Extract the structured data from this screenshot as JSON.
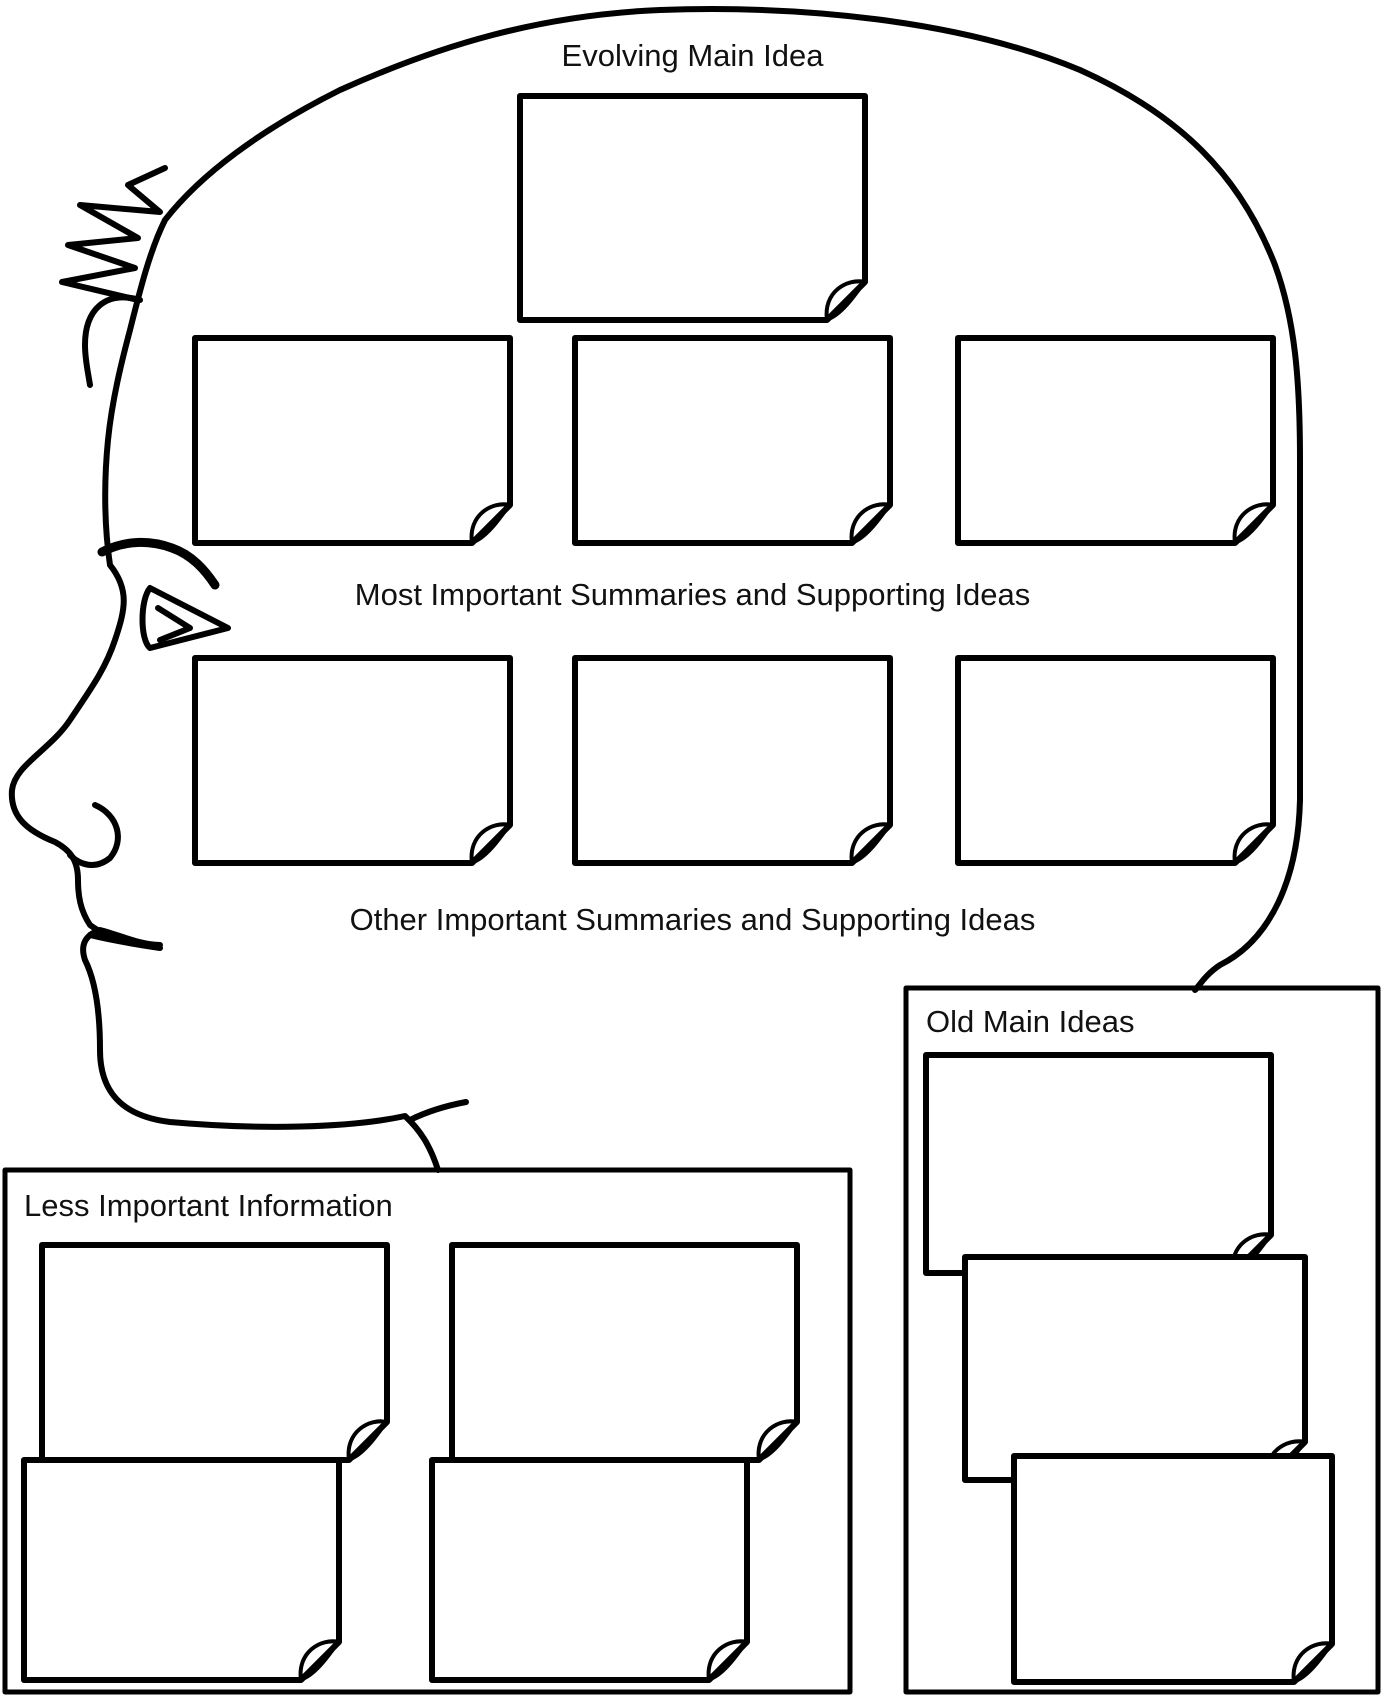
{
  "labels": {
    "evolving_main_idea": "Evolving Main Idea",
    "most_important": "Most Important Summaries and Supporting Ideas",
    "other_important": "Other Important Summaries and Supporting Ideas",
    "less_important": "Less Important Information",
    "old_main_ideas": "Old Main Ideas"
  },
  "colors": {
    "ink": "#000000",
    "paper": "#ffffff"
  }
}
